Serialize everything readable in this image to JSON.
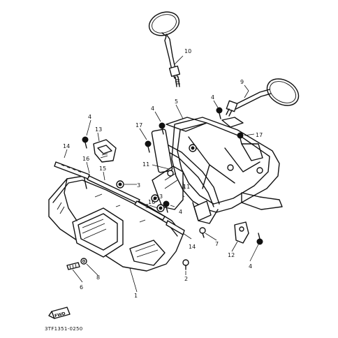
{
  "diagram": {
    "drawing_code": "3TF1351-0250",
    "fwd_badge": "FWD",
    "callouts": [
      "1",
      "2",
      "3",
      "3",
      "3",
      "4",
      "4",
      "4",
      "4",
      "4",
      "5",
      "6",
      "7",
      "8",
      "9",
      "10",
      "11",
      "12",
      "13",
      "14",
      "14",
      "15",
      "16",
      "16",
      "17",
      "17"
    ]
  }
}
